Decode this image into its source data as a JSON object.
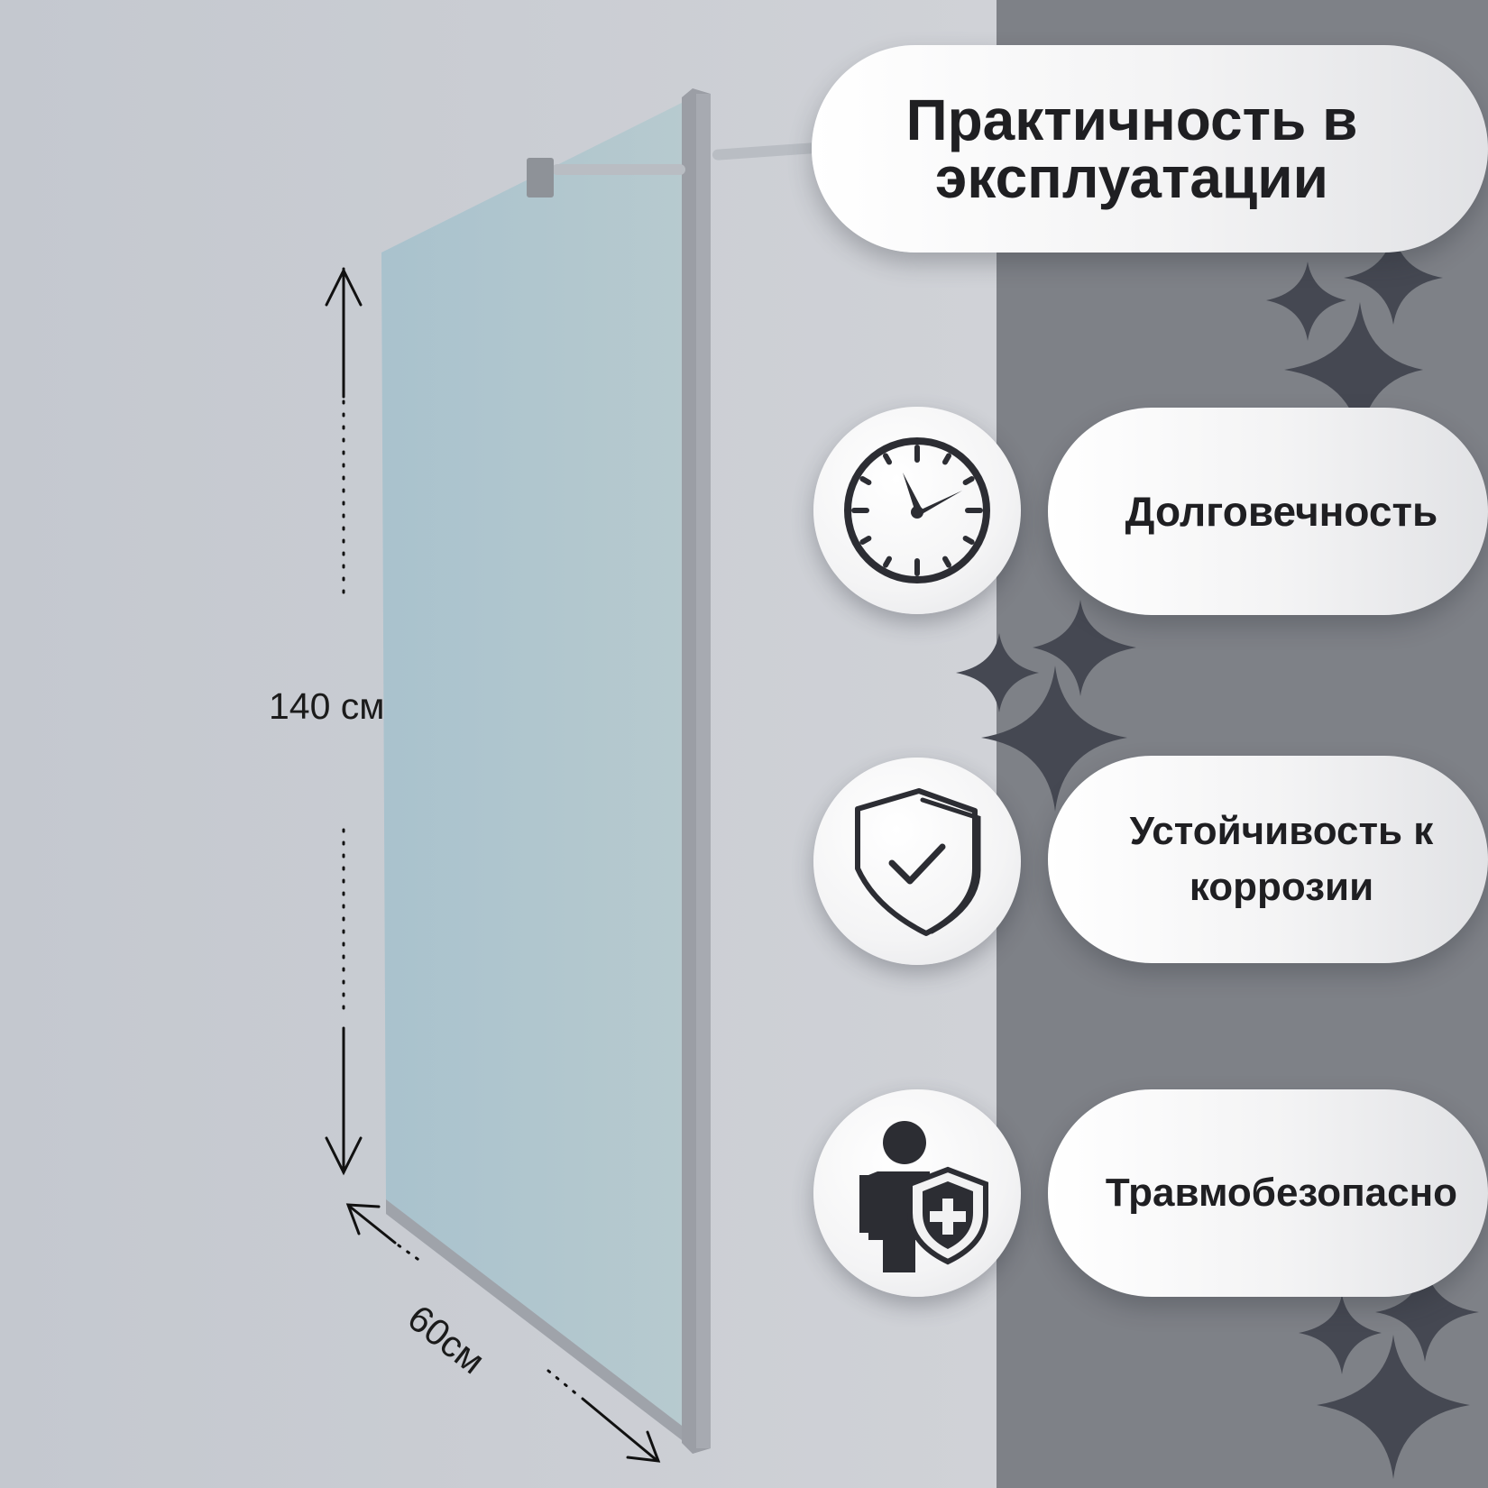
{
  "header": {
    "title": "Практичность в\nэксплуатации"
  },
  "dimensions": {
    "height": "140 см",
    "width": "60см"
  },
  "features": [
    {
      "label": "Долговечность",
      "icon": "clock-icon"
    },
    {
      "label": "Устойчивость к\nкоррозии",
      "icon": "shield-check-icon"
    },
    {
      "label": "Травмобезопасно",
      "icon": "person-shield-icon"
    }
  ],
  "colors": {
    "wall": "#c9ccd2",
    "dark_panel": "#7e8187",
    "glass": "#aec3cb",
    "frame": "#9b9ea5",
    "sparkle": "#454852"
  }
}
